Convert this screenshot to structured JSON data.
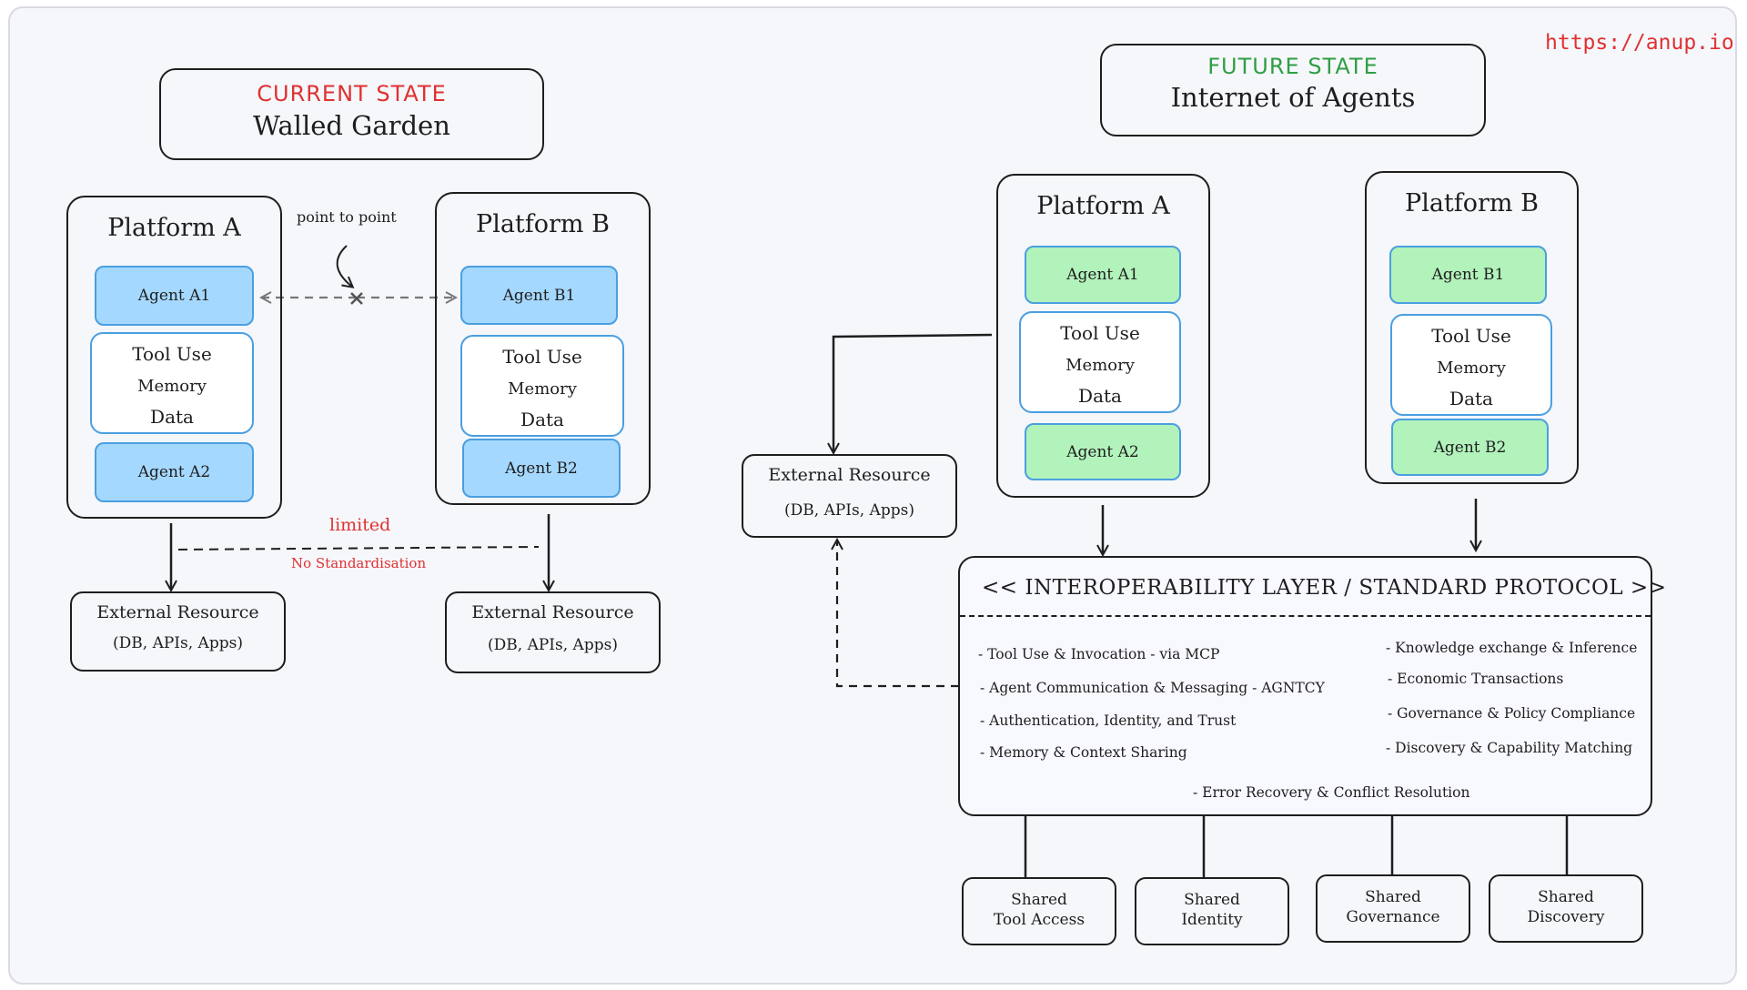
{
  "url_label": "https://anup.io",
  "current": {
    "state_label": "CURRENT STATE",
    "headline": "Walled Garden",
    "platform_a": {
      "title": "Platform A",
      "agent1": "Agent A1",
      "agent2": "Agent A2"
    },
    "platform_b": {
      "title": "Platform B",
      "agent1": "Agent B1",
      "agent2": "Agent B2"
    },
    "tool_lines": {
      "tool": "Tool Use",
      "memory": "Memory",
      "data": "Data"
    },
    "point_to_point": "point to point",
    "limited": "limited",
    "no_std": "No Standardisation",
    "external": {
      "title": "External Resource",
      "sub": "(DB, APIs, Apps)"
    }
  },
  "future": {
    "state_label": "FUTURE STATE",
    "headline": "Internet of Agents",
    "platform_a": {
      "title": "Platform A",
      "agent1": "Agent A1",
      "agent2": "Agent A2"
    },
    "platform_b": {
      "title": "Platform B",
      "agent1": "Agent B1",
      "agent2": "Agent B2"
    },
    "external": {
      "title": "External Resource",
      "sub": "(DB, APIs, Apps)"
    },
    "layer_title": "<< INTEROPERABILITY LAYER / STANDARD PROTOCOL >>",
    "features_left": [
      "- Tool Use & Invocation - via MCP",
      "- Agent Communication & Messaging - AGNTCY",
      "- Authentication, Identity, and Trust",
      "- Memory & Context Sharing"
    ],
    "features_right": [
      "- Knowledge exchange & Inference",
      "- Economic Transactions",
      "- Governance & Policy Compliance",
      "- Discovery & Capability Matching"
    ],
    "feature_bottom": "- Error Recovery & Conflict Resolution",
    "shared": [
      {
        "l1": "Shared",
        "l2": "Tool Access"
      },
      {
        "l1": "Shared",
        "l2": "Identity"
      },
      {
        "l1": "Shared",
        "l2": "Governance"
      },
      {
        "l1": "Shared",
        "l2": "Discovery"
      }
    ]
  },
  "colors": {
    "agent_blue": "#a5d8ff",
    "agent_green": "#b2f2bb",
    "state_red": "#e03131",
    "state_green": "#2f9e44",
    "url": "#e03131"
  }
}
